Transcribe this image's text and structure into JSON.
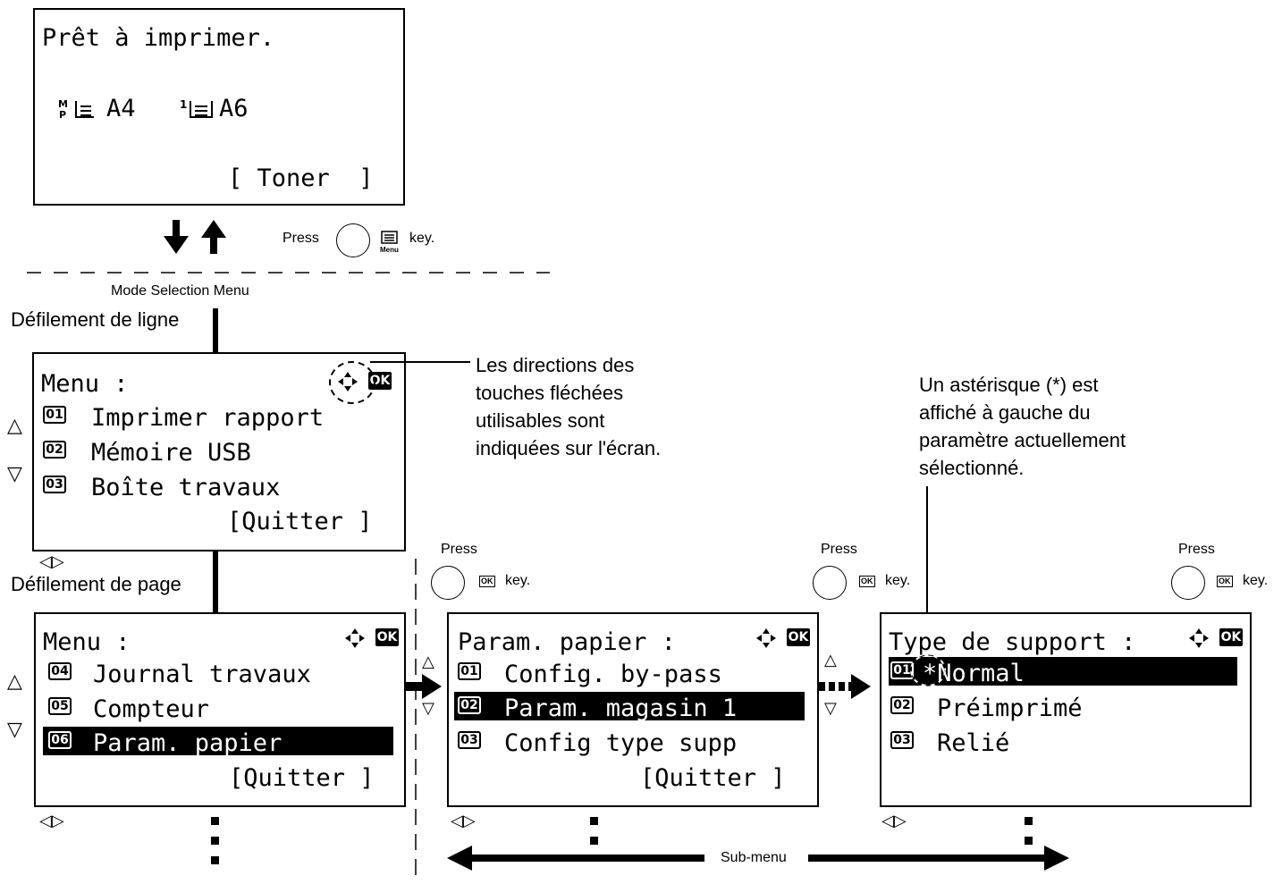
{
  "screen_ready": {
    "line1": "Prêt à imprimer.",
    "mp_label": "MP",
    "paper1": "A4",
    "tray_label": "1",
    "paper2": "A6",
    "softkey": "[ Toner  ]"
  },
  "press_menu": {
    "press": "Press",
    "menu_label": "Menu",
    "key": "key."
  },
  "mode_selection_label": "Mode Selection Menu",
  "line_scroll_label": "Défilement de ligne",
  "page_scroll_label": "Défilement de page",
  "menu1": {
    "title": "Menu :",
    "ok": "OK",
    "items": [
      {
        "num": "01",
        "label": "Imprimer rapport"
      },
      {
        "num": "02",
        "label": "Mémoire USB"
      },
      {
        "num": "03",
        "label": "Boîte travaux"
      }
    ],
    "softkey": "[Quitter ]"
  },
  "annotation_arrows": "Les directions des\ntouches fléchées\nutilisables sont\nindiquées sur l'écran.",
  "annotation_asterisk": "Un astérisque (*) est\naffiché à gauche du\nparamètre actuellement\nsélectionné.",
  "menu2": {
    "title": "Menu :",
    "ok": "OK",
    "items": [
      {
        "num": "04",
        "label": "Journal travaux"
      },
      {
        "num": "05",
        "label": "Compteur"
      },
      {
        "num": "06",
        "label": "Param. papier"
      }
    ],
    "softkey": "[Quitter ]"
  },
  "menu3": {
    "title": "Param. papier :",
    "ok": "OK",
    "items": [
      {
        "num": "01",
        "label": "Config. by-pass"
      },
      {
        "num": "02",
        "label": "Param. magasin 1"
      },
      {
        "num": "03",
        "label": "Config type supp"
      }
    ],
    "softkey": "[Quitter ]"
  },
  "menu4": {
    "title": "Type de support :",
    "ok": "OK",
    "items": [
      {
        "num": "01",
        "label": "*Normal"
      },
      {
        "num": "02",
        "label": "Préimprimé"
      },
      {
        "num": "03",
        "label": "Relié"
      }
    ]
  },
  "press_ok": {
    "press": "Press",
    "ok_label": "OK",
    "key": "key."
  },
  "submenu_label": "Sub-menu",
  "triangles": {
    "up": "△",
    "down": "▽",
    "leftright": "◁▷"
  }
}
